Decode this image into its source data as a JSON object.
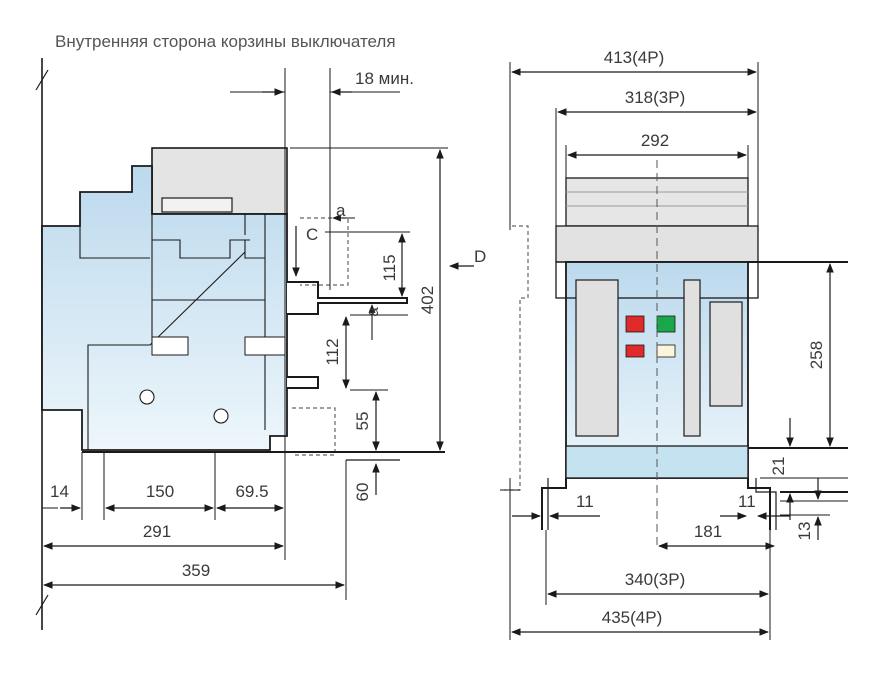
{
  "caption": "Внутренняя сторона корзины выключателя",
  "labels": {
    "d_413": "413(4P)",
    "d_318": "318(3P)",
    "d_292": "292",
    "d_18": "18 мин.",
    "d_402": "402",
    "d_115": "115",
    "d_112": "112",
    "d_55": "55",
    "d_60": "60",
    "d_258": "258",
    "d_21": "21",
    "d_13": "13",
    "d_14": "14",
    "d_150": "150",
    "d_69_5": "69.5",
    "d_291": "291",
    "d_359": "359",
    "d_11_left": "11",
    "d_11_right": "11",
    "d_181": "181",
    "d_340": "340(3P)",
    "d_435": "435(4P)",
    "mark_c": "C",
    "mark_d": "D",
    "mark_a_top": "a",
    "mark_a_mid": "a"
  },
  "colors": {
    "body_gradient_top": "#bedbee",
    "body_gradient_bottom": "#eef7fc",
    "top_cover": "#e4e4e4",
    "line": "#1a1a1a",
    "indicator_red": "#e02a2a",
    "indicator_green": "#1aa64a",
    "indicator_cream": "#fbf5dc"
  }
}
